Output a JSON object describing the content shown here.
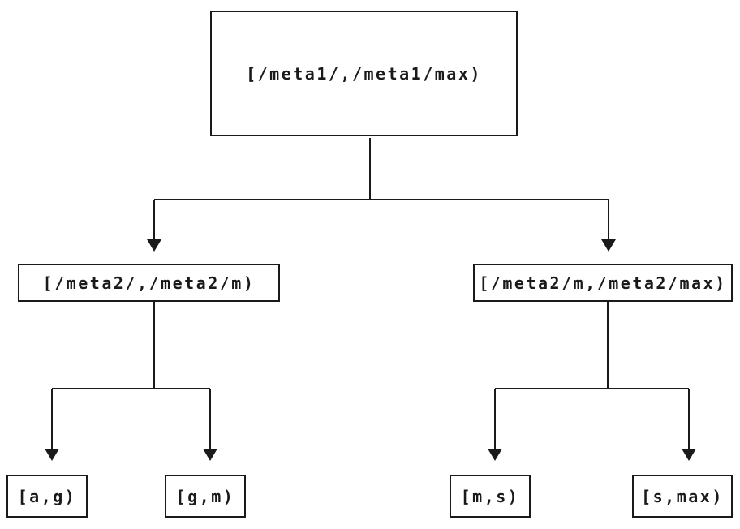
{
  "diagram": {
    "type": "tree",
    "background_color": "#ffffff",
    "line_color": "#1a1a1a",
    "nodes": {
      "root": {
        "label": "[/meta1/,/meta1/max)"
      },
      "left": {
        "label": "[/meta2/,/meta2/m)"
      },
      "right": {
        "label": "[/meta2/m,/meta2/max)"
      },
      "leaf_ag": {
        "label": "[a,g)"
      },
      "leaf_gm": {
        "label": "[g,m)"
      },
      "leaf_ms": {
        "label": "[m,s)"
      },
      "leaf_smax": {
        "label": "[s,max)"
      }
    },
    "edges": [
      {
        "from": "root",
        "to": "left"
      },
      {
        "from": "root",
        "to": "right"
      },
      {
        "from": "left",
        "to": "leaf_ag"
      },
      {
        "from": "left",
        "to": "leaf_gm"
      },
      {
        "from": "right",
        "to": "leaf_ms"
      },
      {
        "from": "right",
        "to": "leaf_smax"
      }
    ]
  }
}
